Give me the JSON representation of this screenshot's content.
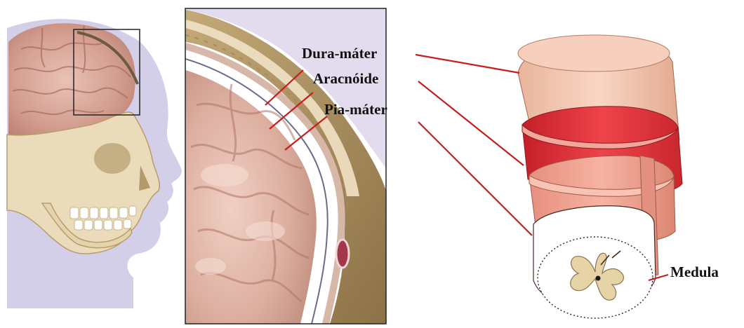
{
  "labels": {
    "dura": "Dura-máter",
    "aracnoide": "Aracnóide",
    "pia": "Pia-máter",
    "medula": "Medula"
  },
  "colors": {
    "leader_line": "#c81d1d",
    "skin_shadow": "#c9c3e2",
    "bone": "#e6d6b0",
    "brain": "#d9a899",
    "dura": "#f2c2ac",
    "arachnoid": "#e2323a",
    "pia": "#f0a493",
    "spinal_cord": "#ffffff",
    "gray_matter": "#e7d2a3"
  }
}
